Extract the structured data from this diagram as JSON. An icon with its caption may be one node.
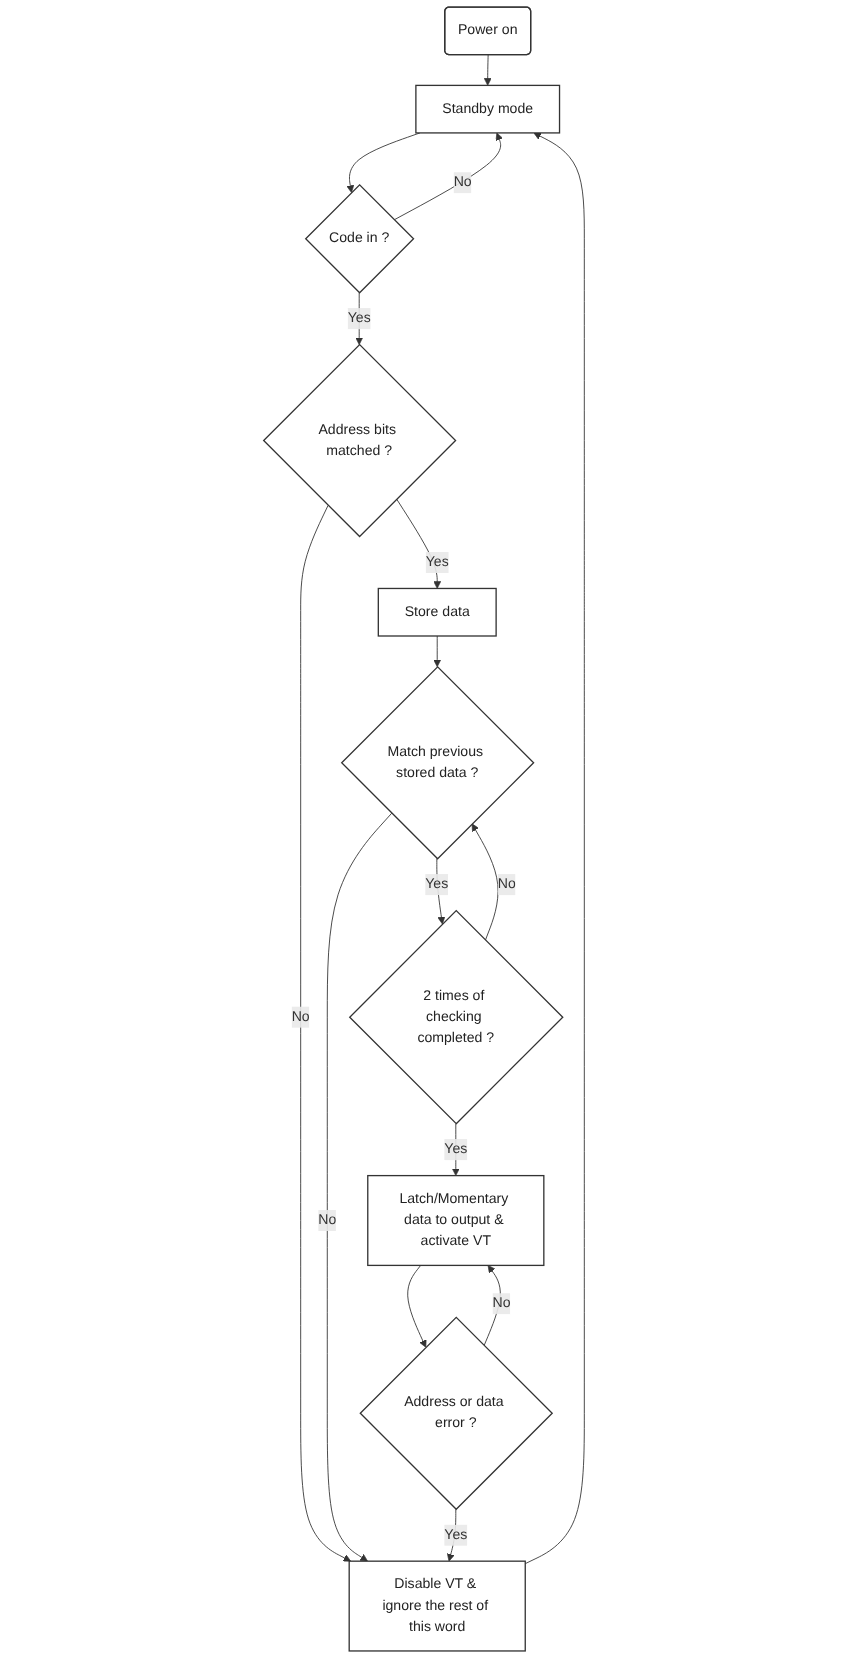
{
  "diagram": {
    "nodes": [
      {
        "text": [
          "Power on"
        ]
      },
      {
        "text": [
          "Standby mode"
        ]
      },
      {
        "text": [
          "Code in ?"
        ]
      },
      {
        "text": [
          "Address bits matched ?"
        ]
      },
      {
        "text": [
          "Store data"
        ]
      },
      {
        "text": [
          "Match previous stored data ?"
        ]
      },
      {
        "text": [
          "2 times of checking completed ?"
        ]
      },
      {
        "text": [
          "Latch/Momentary data to output & activate VT"
        ]
      },
      {
        "text": [
          "Address or data error ?"
        ]
      },
      {
        "text": [
          "Disable VT & ignore the rest of this word"
        ]
      }
    ],
    "edges": [
      {
        "from": 0,
        "to": 1,
        "arrow": "to"
      },
      {
        "from": 2,
        "to": 1,
        "label": "No",
        "arrow": "to"
      },
      {
        "from": 1,
        "to": 2,
        "arrow": "to"
      },
      {
        "from": 2,
        "to": 3,
        "label": "Yes",
        "arrow": "to"
      },
      {
        "from": 3,
        "to": 9,
        "label": "No",
        "arrow": "to"
      },
      {
        "from": 3,
        "to": 4,
        "label": "Yes",
        "arrow": "to"
      },
      {
        "from": 4,
        "to": 5,
        "arrow": "to"
      },
      {
        "from": 5,
        "to": 9,
        "label": "No",
        "arrow": "to"
      },
      {
        "from": 5,
        "to": 6,
        "label": "Yes",
        "arrow": "to"
      },
      {
        "from": 6,
        "to": 5,
        "label": "No",
        "arrow": "to"
      },
      {
        "from": 6,
        "to": 7,
        "label": "Yes",
        "arrow": "to"
      },
      {
        "from": 7,
        "to": 8,
        "arrow": "to"
      },
      {
        "from": 8,
        "to": 7,
        "label": "No",
        "arrow": "to"
      },
      {
        "from": 8,
        "to": 9,
        "label": "Yes",
        "arrow": "to"
      },
      {
        "from": 9,
        "to": 1,
        "arrow": "to"
      }
    ]
  }
}
